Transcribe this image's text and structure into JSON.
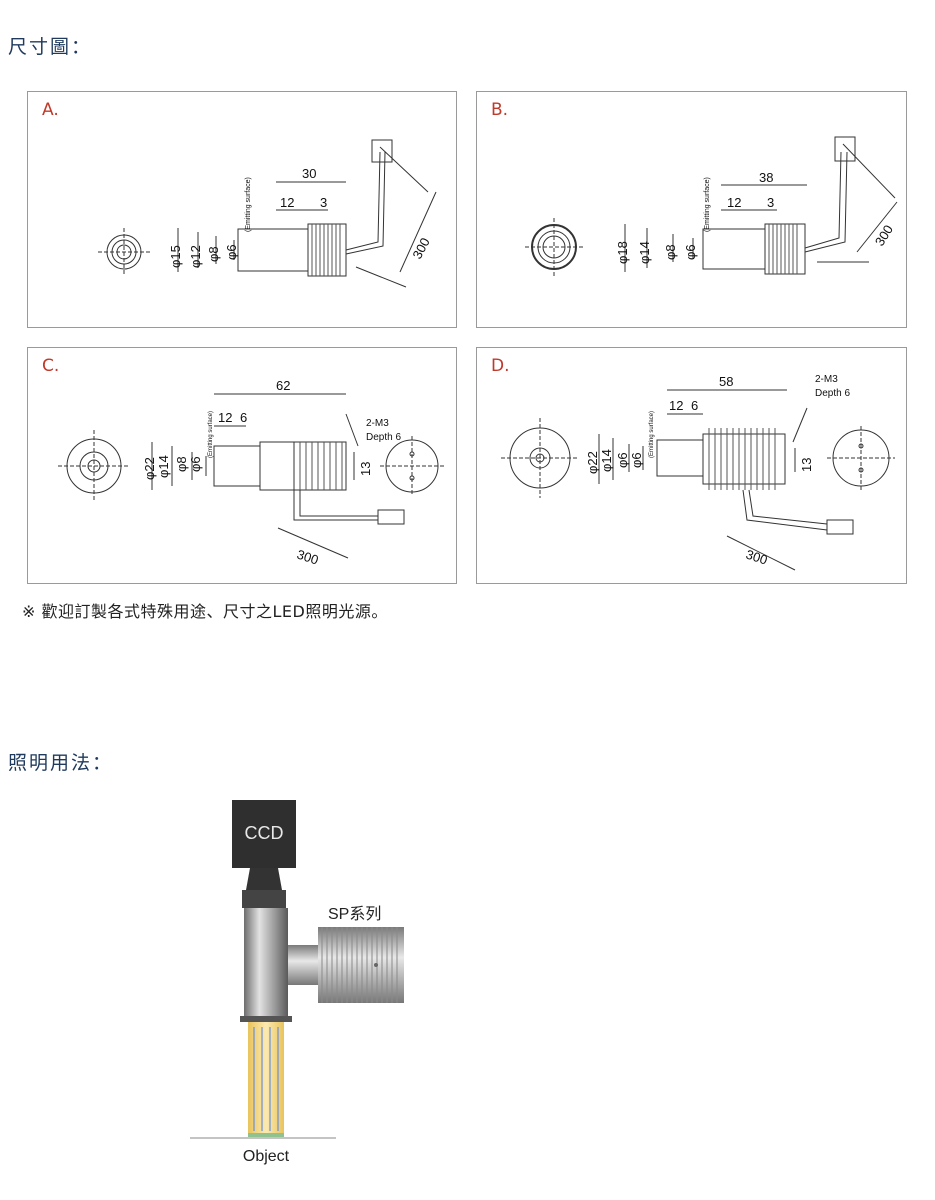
{
  "dimensions": {
    "title": "尺寸圖：",
    "panels": [
      {
        "label": "A.",
        "dims": {
          "length": "30",
          "a": "12",
          "b": "3",
          "cable": "300",
          "d1": "φ15",
          "d2": "φ12",
          "d3": "φ8",
          "d4": "φ6",
          "emit": "(Emitting surface)"
        }
      },
      {
        "label": "B.",
        "dims": {
          "length": "38",
          "a": "12",
          "b": "3",
          "cable": "300",
          "d1": "φ18",
          "d2": "φ14",
          "d3": "φ8",
          "d4": "φ6",
          "emit": "(Emitting surface)"
        }
      },
      {
        "label": "C.",
        "dims": {
          "length": "62",
          "a": "12",
          "b": "6",
          "cable": "300",
          "d1": "φ22",
          "d2": "φ14",
          "d3": "φ8",
          "d4": "φ6",
          "emit": "(Emitting surface)",
          "thread": "2-M3",
          "depth": "Depth 6",
          "pitch": "13"
        }
      },
      {
        "label": "D.",
        "dims": {
          "length": "58",
          "a": "12",
          "b": "6",
          "cable": "300",
          "d1": "φ22",
          "d2": "φ14",
          "d3": "φ6",
          "d4": "φ6",
          "emit": "(Emitting surface)",
          "thread": "2-M3",
          "depth": "Depth 6",
          "pitch": "13"
        }
      }
    ],
    "note": "※ 歡迎訂製各式特殊用途、尺寸之LED照明光源。"
  },
  "usage": {
    "title": "照明用法：",
    "camera_label": "CCD",
    "product_label": "SP系列",
    "object_label": "Object"
  },
  "colors": {
    "title": "#1f3a5c",
    "panel_label": "#c0392b",
    "panel_border": "#9a9a9a",
    "beam": "#f3d27a"
  }
}
